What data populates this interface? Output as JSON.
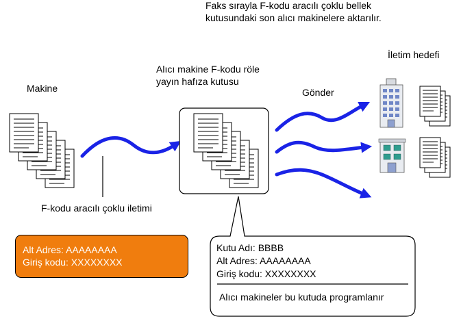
{
  "top_caption": {
    "line1": "Faks sırayla F-kodu aracılı çoklu bellek",
    "line2": "kutusundaki son alıcı makinelere aktarılır."
  },
  "labels": {
    "machine": "Makine",
    "relay_box_line1": "Alıcı makine F-kodu röle",
    "relay_box_line2": "yayın hafıza kutusu",
    "send": "Gönder",
    "destination": "İletim hedefi",
    "fcode_multi": "F-kodu aracılı çoklu iletimi"
  },
  "orange_box": {
    "sub_address": "Alt Adres: AAAAAAAA",
    "passcode": "Giriş kodu: XXXXXXXX"
  },
  "callout": {
    "box_name": "Kutu Adı: BBBB",
    "sub_address": "Alt Adres: AAAAAAAA",
    "passcode": "Giriş kodu: XXXXXXXX",
    "note": "Alıcı makineler bu kutuda programlanır"
  },
  "colors": {
    "arrow": "#1a23e6",
    "orange_box": "#f07d0e",
    "building_window": "#6f86c6",
    "building_window_green": "#2e9d8f"
  }
}
